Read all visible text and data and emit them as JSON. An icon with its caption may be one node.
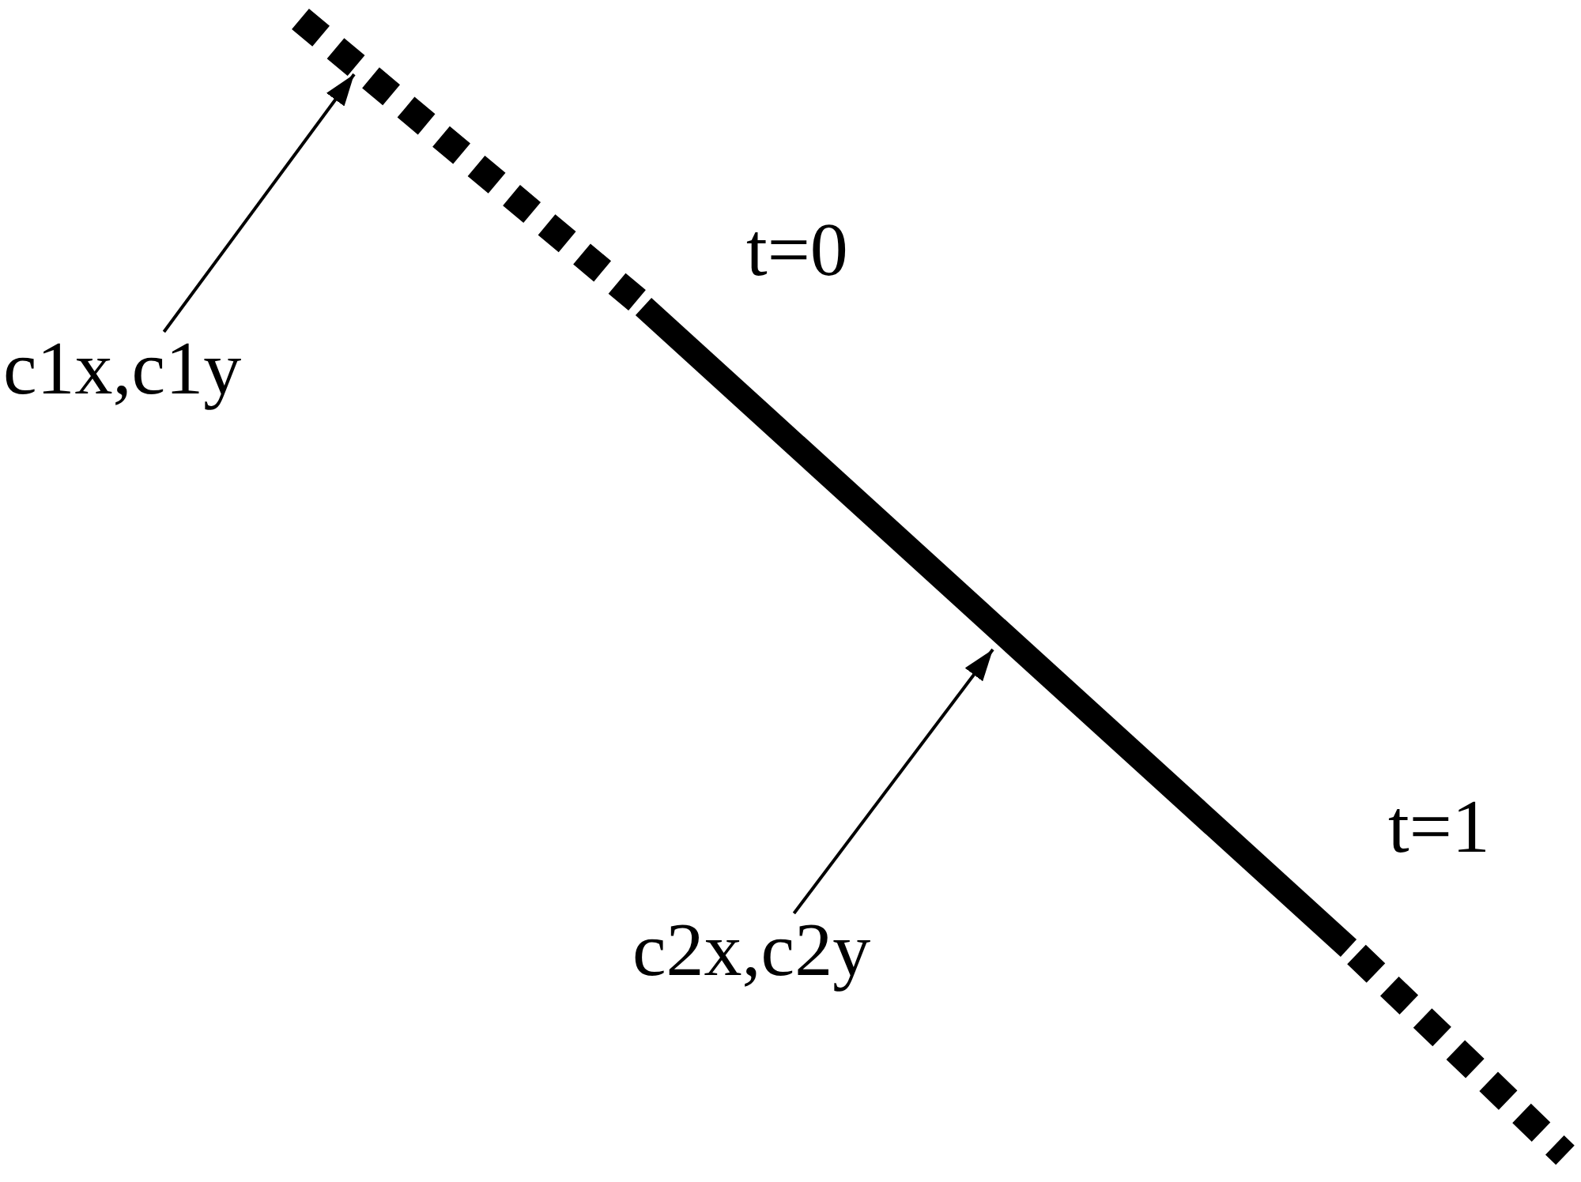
{
  "diagram": {
    "nodes": [
      {
        "text": [
          "c1x,c1y"
        ]
      },
      {
        "text": [
          "c2x,c2y"
        ]
      }
    ],
    "edges": [
      {
        "from": 0,
        "to": null,
        "arrow": "to"
      },
      {
        "from": 1,
        "to": null,
        "arrow": "to"
      }
    ],
    "labels": [
      "t=0",
      "t=1"
    ]
  }
}
